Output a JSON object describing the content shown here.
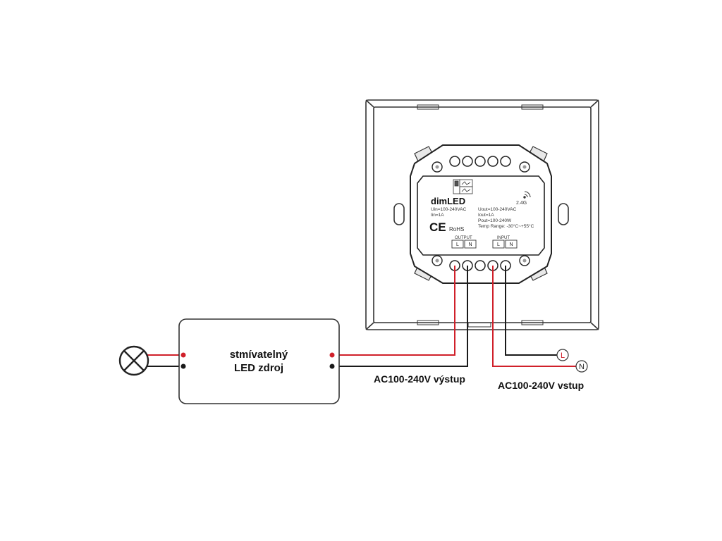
{
  "module": {
    "brand": "dimLED",
    "rf_badge": "2.4G",
    "input_specs": [
      "Uin=100-240VAC",
      "Iin=1A"
    ],
    "output_specs": [
      "Uout=100-240VAC",
      "Iout=1A",
      "Pout=100-240W",
      "Temp Range: -30°C~+55°C"
    ],
    "ce_mark": "CE",
    "rohs_mark": "RoHS",
    "output_label": "OUTPUT",
    "input_label": "INPUT",
    "terminal_l": "L",
    "terminal_n": "N"
  },
  "driver": {
    "line1": "stmívatelný",
    "line2": "LED zdroj"
  },
  "labels": {
    "output_voltage": "AC100-240V výstup",
    "input_voltage": "AC100-240V vstup",
    "live": "L",
    "neutral": "N"
  },
  "colors": {
    "live_wire": "#d0202a",
    "neutral_wire": "#1a1a1a",
    "outline": "#333333"
  },
  "icons": {
    "lamp": "lamp-icon",
    "rf": "wireless-icon",
    "switch": "dip-switch-icon"
  }
}
